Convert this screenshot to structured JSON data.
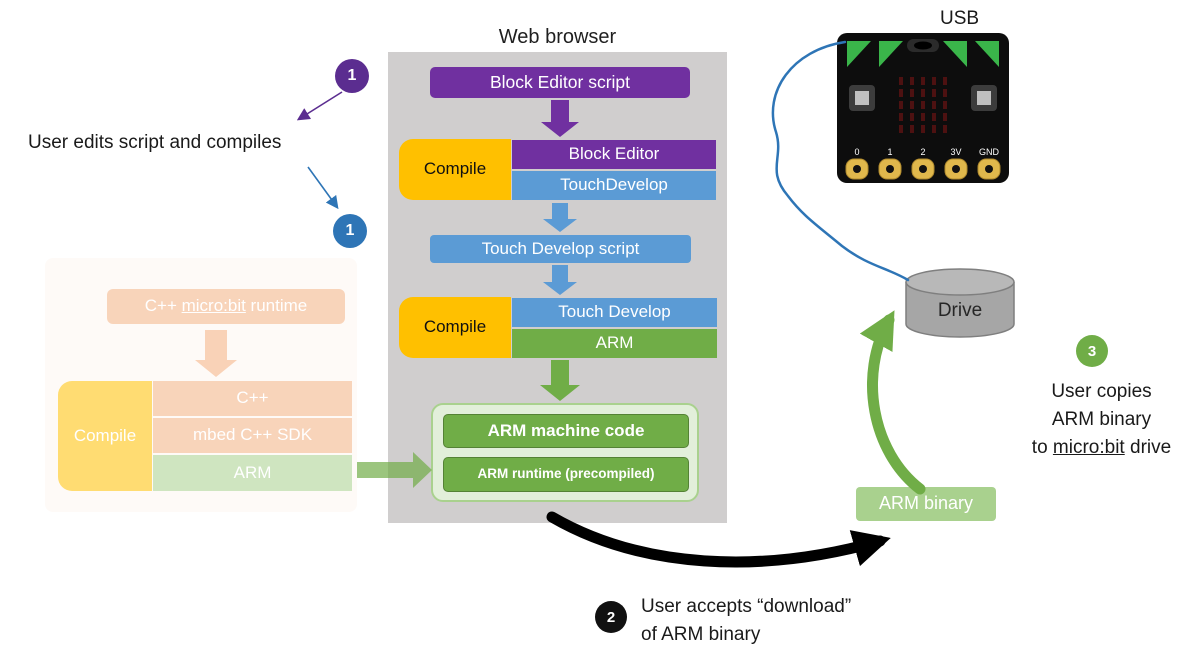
{
  "colors": {
    "purple": "#7030a0",
    "purple_badge": "#5b2d90",
    "blue": "#5b9bd5",
    "dark_blue": "#2e75b6",
    "green": "#70ad47",
    "light_green": "#a9d18e",
    "pale_green": "#e2efda",
    "yellow": "#ffc000",
    "peach": "#f4b183",
    "panel_gray": "#d0cece",
    "drive_gray": "#a6a6a6",
    "black": "#000000"
  },
  "browser": {
    "title": "Web browser",
    "block_editor_script": "Block Editor script",
    "compile1_label": "Compile",
    "compile1_top": "Block Editor",
    "compile1_bottom": "TouchDevelop",
    "touch_develop_script": "Touch Develop script",
    "compile2_label": "Compile",
    "compile2_top": "Touch Develop",
    "compile2_bottom": "ARM",
    "arm_machine_code": "ARM machine code",
    "arm_runtime": "ARM runtime (precompiled)"
  },
  "runtime": {
    "cpp_prefix": "C++ ",
    "cpp_link": "micro:bit",
    "cpp_suffix": " runtime",
    "compile_label": "Compile",
    "row_cpp": "C++",
    "row_mbed": "mbed C++ SDK",
    "row_arm": "ARM"
  },
  "annotations": {
    "user_edits": "User edits script and compiles",
    "step1_purple": "1",
    "step1_blue": "1",
    "step2_badge": "2",
    "step2_line1": "User accepts “download”",
    "step2_line2": "of ARM binary",
    "step3_badge": "3",
    "step3_line1": "User copies",
    "step3_line2": "ARM binary",
    "step3_line3_prefix": "to ",
    "step3_line3_link": "micro:bit",
    "step3_line3_suffix": " drive"
  },
  "right": {
    "usb": "USB",
    "drive": "Drive",
    "arm_binary": "ARM binary"
  },
  "microbit": {
    "pins": [
      "0",
      "1",
      "2",
      "3V",
      "GND"
    ]
  }
}
